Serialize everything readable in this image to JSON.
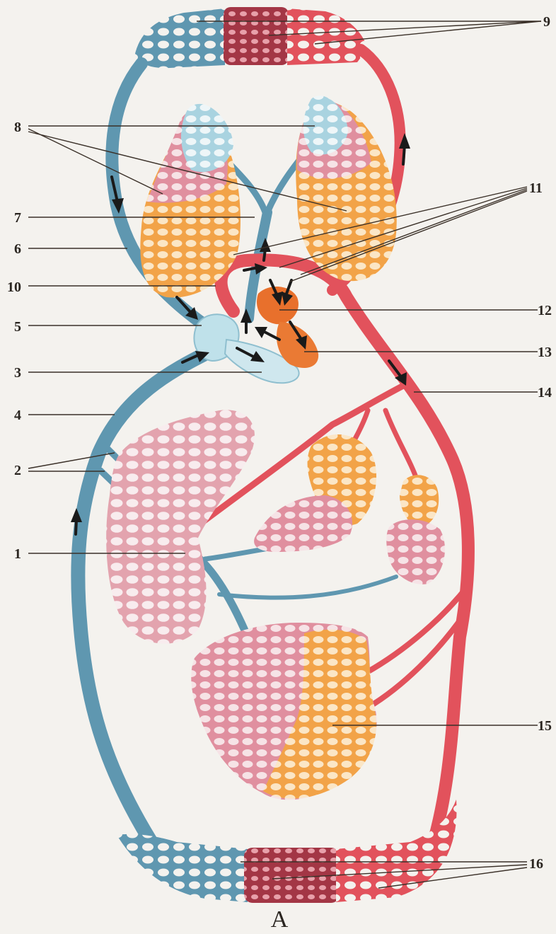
{
  "diagram": {
    "caption": "A",
    "labels": {
      "l1": "1",
      "l2": "2",
      "l3": "3",
      "l4": "4",
      "l5": "5",
      "l6": "6",
      "l7": "7",
      "l8": "8",
      "l9": "9",
      "l10": "10",
      "l11": "11",
      "l12": "12",
      "l13": "13",
      "l14": "14",
      "l15": "15",
      "l16": "16"
    },
    "colors": {
      "vein": "#5f97b0",
      "artery": "#e2525c",
      "lung_blue": "#b9dbe6",
      "lung_pink": "#e59aa8",
      "lung_orange": "#f2a348",
      "capillary_dark": "#a33645",
      "liver_pink": "#e3a3ae",
      "kidney_orange": "#f0a23c",
      "atrium": "#bfe1ea",
      "ventricle": "#e8702c",
      "background": "#f4f2ee"
    }
  }
}
